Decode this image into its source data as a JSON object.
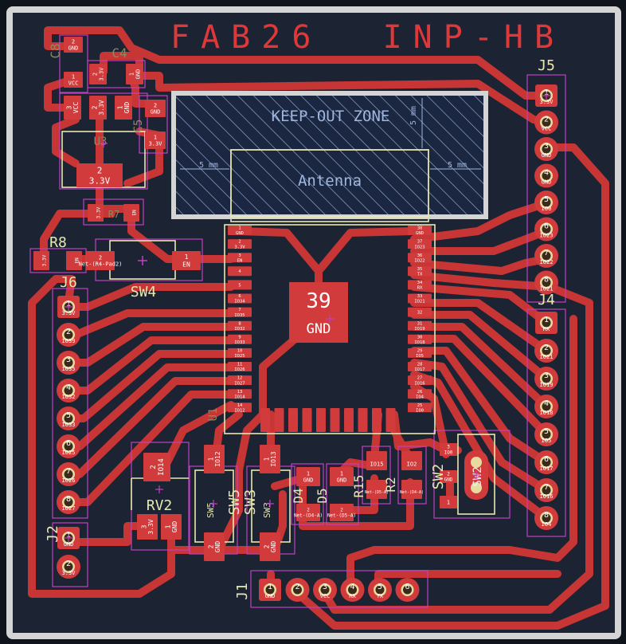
{
  "board": {
    "title": "FAB26  INP-HB",
    "colors": {
      "background": "#0f131c",
      "board": "#1c2333",
      "edge": "#d4d4d4",
      "copper": "#c83535",
      "pad": "#d13b3b",
      "silk": "#e8e8b0",
      "fab": "#e03838",
      "courtyard": "#c040c0",
      "keepout": "#9fb6e0",
      "pad_text": "#ffffff"
    }
  },
  "keepout": {
    "title": "KEEP-OUT ZONE",
    "antenna": "Antenna",
    "dim_left": "5 mm",
    "dim_right": "5 mm",
    "dim_vertical": "5 mm"
  },
  "components": {
    "c8": {
      "ref": "C8",
      "pins": [
        "2",
        "GND",
        "1",
        "VCC"
      ]
    },
    "c4": {
      "ref": "C4",
      "pins": [
        "2",
        "3.3V",
        "1",
        "GND"
      ]
    },
    "u3": {
      "ref": "U3",
      "pins": [
        "3",
        "VCC",
        "2",
        "3.3V",
        "1",
        "GND"
      ],
      "tab": [
        "2",
        "3.3V"
      ]
    },
    "c5": {
      "ref": "C5",
      "pins": [
        "2",
        "GND",
        "1",
        "3.3V"
      ]
    },
    "r7": {
      "ref": "R7",
      "pins": [
        "3.3V",
        "EN"
      ]
    },
    "r8": {
      "ref": "R8",
      "pins": [
        "3.3V",
        "EN"
      ]
    },
    "sw4": {
      "ref": "SW4",
      "pins": [
        "2",
        "Net-(R4-Pad2)",
        "1",
        "EN"
      ]
    },
    "gnd_pad": {
      "number": "39",
      "label": "GND"
    },
    "u1": {
      "ref": "U1"
    },
    "u1_left": [
      [
        "1",
        "GND"
      ],
      [
        "2",
        "3.3V"
      ],
      [
        "3",
        "EN"
      ],
      [
        "4",
        ""
      ],
      [
        "5",
        ""
      ],
      [
        "6",
        "IO34"
      ],
      [
        "7",
        "IO35"
      ],
      [
        "8",
        "IO32"
      ],
      [
        "9",
        "IO33"
      ],
      [
        "10",
        "IO25"
      ],
      [
        "11",
        "IO26"
      ],
      [
        "12",
        "IO27"
      ],
      [
        "13",
        "IO14"
      ],
      [
        "14",
        "IO12"
      ]
    ],
    "u1_right": [
      [
        "38",
        "GND"
      ],
      [
        "37",
        "IO23"
      ],
      [
        "36",
        "IO22"
      ],
      [
        "35",
        "TX"
      ],
      [
        "34",
        "RX"
      ],
      [
        "33",
        "IO21"
      ],
      [
        "32",
        ""
      ],
      [
        "31",
        "IO19"
      ],
      [
        "30",
        "IO18"
      ],
      [
        "29",
        "IO5"
      ],
      [
        "28",
        "IO17"
      ],
      [
        "27",
        "IO16"
      ],
      [
        "26",
        "IO4"
      ],
      [
        "25",
        "IO0"
      ]
    ],
    "j5": {
      "ref": "J5",
      "pins": [
        [
          "1",
          "3.3V"
        ],
        [
          "2",
          "VCC"
        ],
        [
          "3",
          "GND"
        ],
        [
          "4",
          "GND"
        ],
        [
          "5",
          "IO0"
        ],
        [
          "6",
          "IO23"
        ],
        [
          "7",
          "IO22"
        ],
        [
          "8",
          "IO21"
        ]
      ]
    },
    "j4": {
      "ref": "J4",
      "pins": [
        [
          "1",
          "RX"
        ],
        [
          "2",
          "IO21"
        ],
        [
          "3",
          "IO19"
        ],
        [
          "4",
          "IO18"
        ],
        [
          "5",
          "IO5"
        ],
        [
          "6",
          "IO17"
        ],
        [
          "7",
          "IO16"
        ],
        [
          "8",
          "IO4"
        ]
      ]
    },
    "j6": {
      "ref": "J6",
      "pins": [
        [
          "1",
          "3.3V"
        ],
        [
          "2",
          "IO39"
        ],
        [
          "3",
          "IO35"
        ],
        [
          "4",
          "IO32"
        ],
        [
          "5",
          "IO33"
        ],
        [
          "6",
          "IO25"
        ],
        [
          "7",
          "IO26"
        ],
        [
          "8",
          "IO27"
        ]
      ]
    },
    "j2": {
      "ref": "J2",
      "pins": [
        [
          "1",
          "GND"
        ],
        [
          "2",
          "3.3V"
        ]
      ]
    },
    "j1": {
      "ref": "J1",
      "pins": [
        [
          "1",
          "GND"
        ],
        [
          "2",
          ""
        ],
        [
          "3",
          "VCC"
        ],
        [
          "4",
          "RX"
        ],
        [
          "5",
          "TX"
        ],
        [
          "6",
          ""
        ]
      ]
    },
    "rv2": {
      "ref": "RV2",
      "pins": [
        [
          "2",
          "IO14"
        ],
        [
          "3",
          "3.3V"
        ],
        [
          "1",
          "GND"
        ]
      ]
    },
    "sw5": {
      "ref": "SW5",
      "pins": [
        [
          "1",
          "IO12"
        ],
        [
          "2",
          "GND"
        ]
      ]
    },
    "sw3": {
      "ref": "SW3",
      "pins": [
        [
          "1",
          "IO13"
        ],
        [
          "2",
          "GND"
        ]
      ]
    },
    "d4": {
      "ref": "D4",
      "pins": [
        [
          "1",
          "GND"
        ],
        [
          "2",
          "Net-(D4-A)"
        ]
      ]
    },
    "d5": {
      "ref": "D5",
      "pins": [
        [
          "1",
          "GND"
        ],
        [
          "2",
          "Net-(D5-A)"
        ]
      ]
    },
    "r15": {
      "ref": "R15",
      "pins": [
        [
          "IO15"
        ],
        [
          "Net-(D5-A)"
        ]
      ]
    },
    "r2": {
      "ref": "R2",
      "pins": [
        [
          "IO2"
        ],
        [
          "Net-(D4-A)"
        ]
      ]
    },
    "sw2": {
      "ref": "SW2",
      "pins": [
        [
          "3",
          "IO0"
        ],
        [
          "2",
          "GND"
        ],
        [
          "1",
          ""
        ]
      ]
    }
  }
}
